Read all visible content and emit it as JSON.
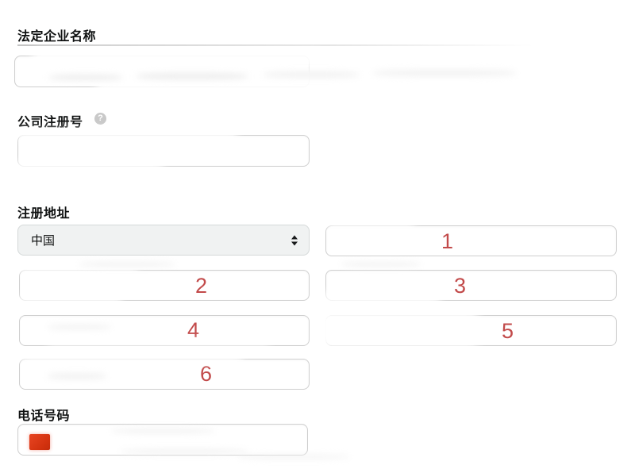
{
  "form": {
    "legal_name": {
      "label": "法定企业名称"
    },
    "company_registration": {
      "label": "公司注册号",
      "help_glyph": "?"
    },
    "registered_address": {
      "label": "注册地址",
      "country": {
        "selected": "中国"
      },
      "address_fields": [
        {
          "annotation": "1"
        },
        {
          "annotation": "2"
        },
        {
          "annotation": "3"
        },
        {
          "annotation": "4"
        },
        {
          "annotation": "5"
        },
        {
          "annotation": "6"
        }
      ]
    },
    "phone": {
      "label": "电话号码"
    }
  },
  "colors": {
    "annotation_red": "#c24a4a",
    "flag_red": "#d2320f",
    "label_text": "#0f1111",
    "input_border": "#cfcfcf",
    "select_background": "#f0f2f2",
    "select_border": "#d5d9d9"
  }
}
